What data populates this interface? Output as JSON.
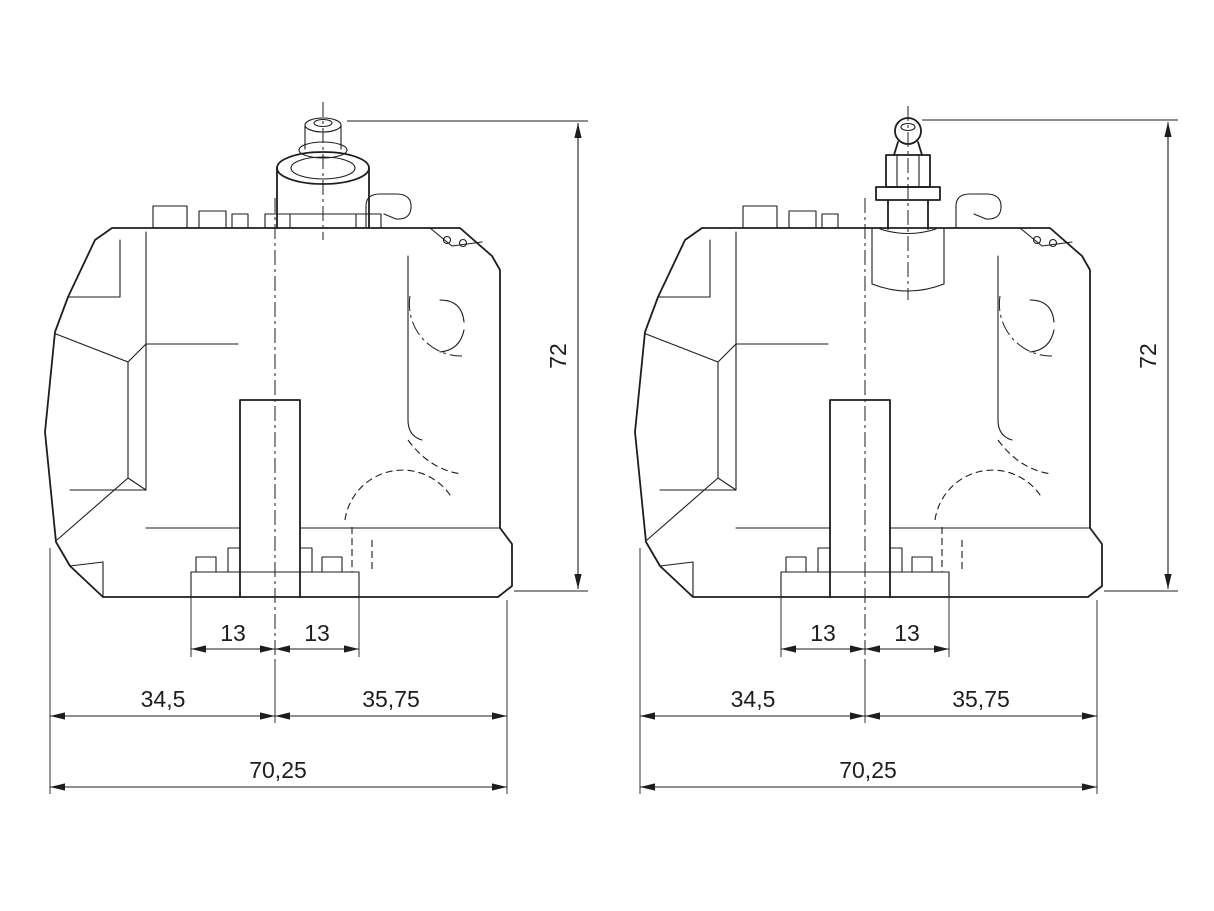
{
  "page": {
    "background_color": "#ffffff",
    "line_color": "#1d1d1d",
    "kind": "technical dimension drawing, two side views of a machined component"
  },
  "drawing": {
    "views": [
      {
        "id": "left-view",
        "top_fitting": "filler-cap",
        "dimensions": {
          "height": "72",
          "slot_left": "13",
          "slot_right": "13",
          "width_left": "34,5",
          "width_right": "35,75",
          "width_total": "70,25"
        }
      },
      {
        "id": "right-view",
        "top_fitting": "bleeder-valve",
        "dimensions": {
          "height": "72",
          "slot_left": "13",
          "slot_right": "13",
          "width_left": "34,5",
          "width_right": "35,75",
          "width_total": "70,25"
        }
      }
    ]
  }
}
